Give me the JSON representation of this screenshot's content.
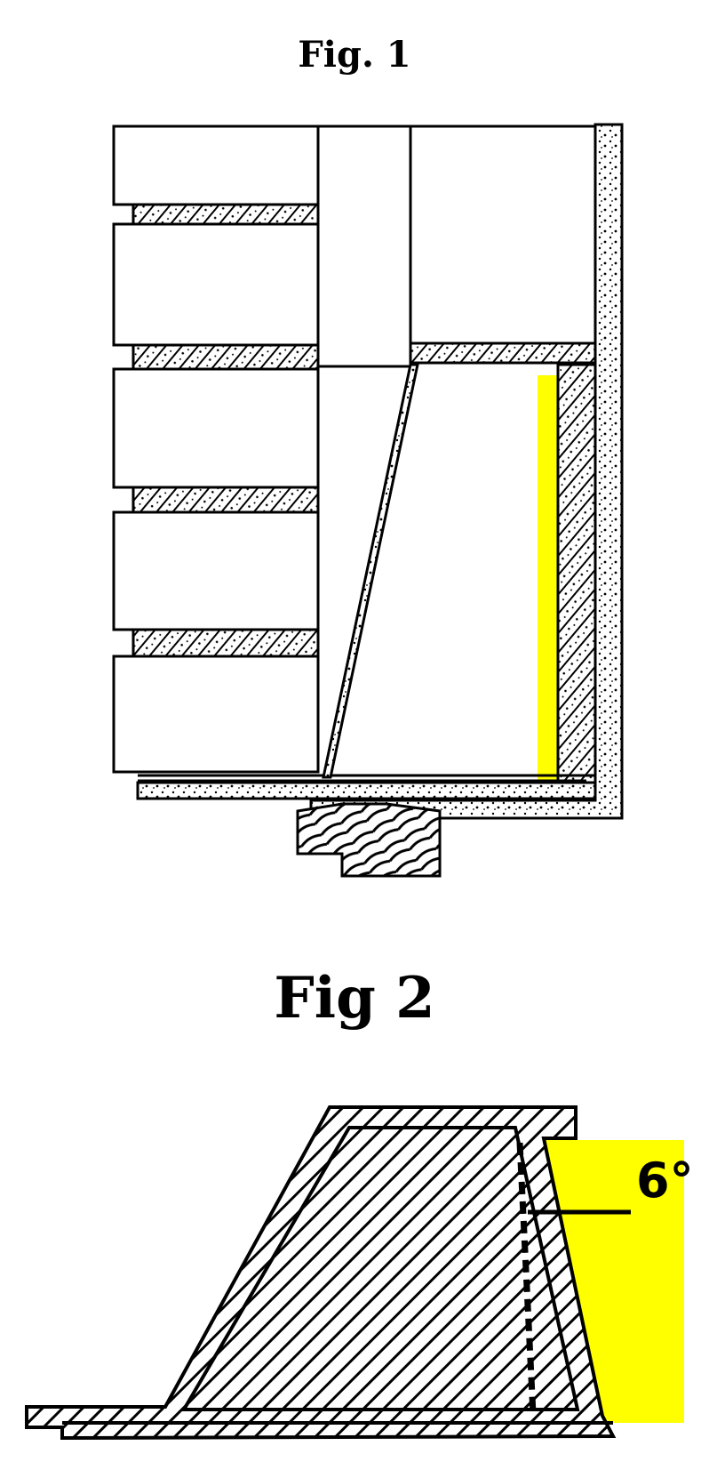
{
  "figures": [
    {
      "title": "Fig. 1"
    },
    {
      "title": "Fig 2",
      "angle_label": "6°"
    }
  ],
  "colors": {
    "line": "#000000",
    "highlight": "#ffff00",
    "background": "#ffffff"
  }
}
